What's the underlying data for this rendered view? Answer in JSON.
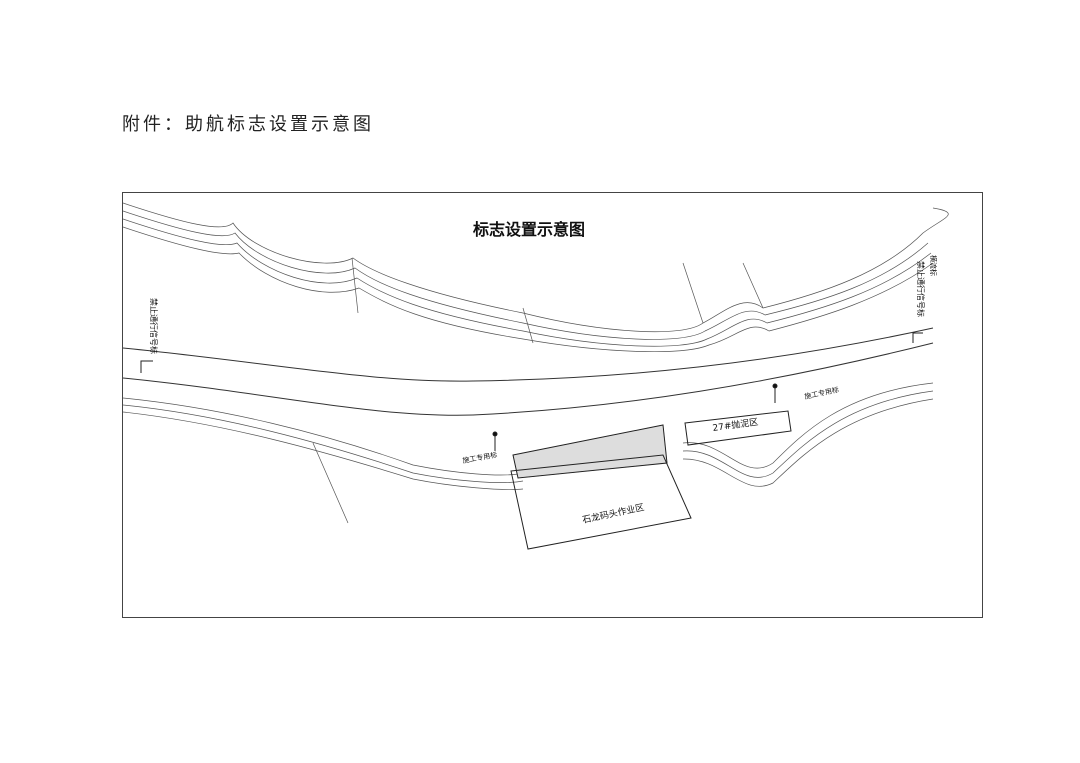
{
  "document": {
    "heading": "附件：助航标志设置示意图"
  },
  "diagram": {
    "title": "标志设置示意图",
    "labels": {
      "left_signal": "禁止通行信号标",
      "right_signal": "禁止通行信号标",
      "right_small": "横流标",
      "construction_left": "施工专用标",
      "construction_right": "施工专用标",
      "dump_area": "27#抛泥区",
      "work_area": "石龙码头作业区"
    }
  }
}
